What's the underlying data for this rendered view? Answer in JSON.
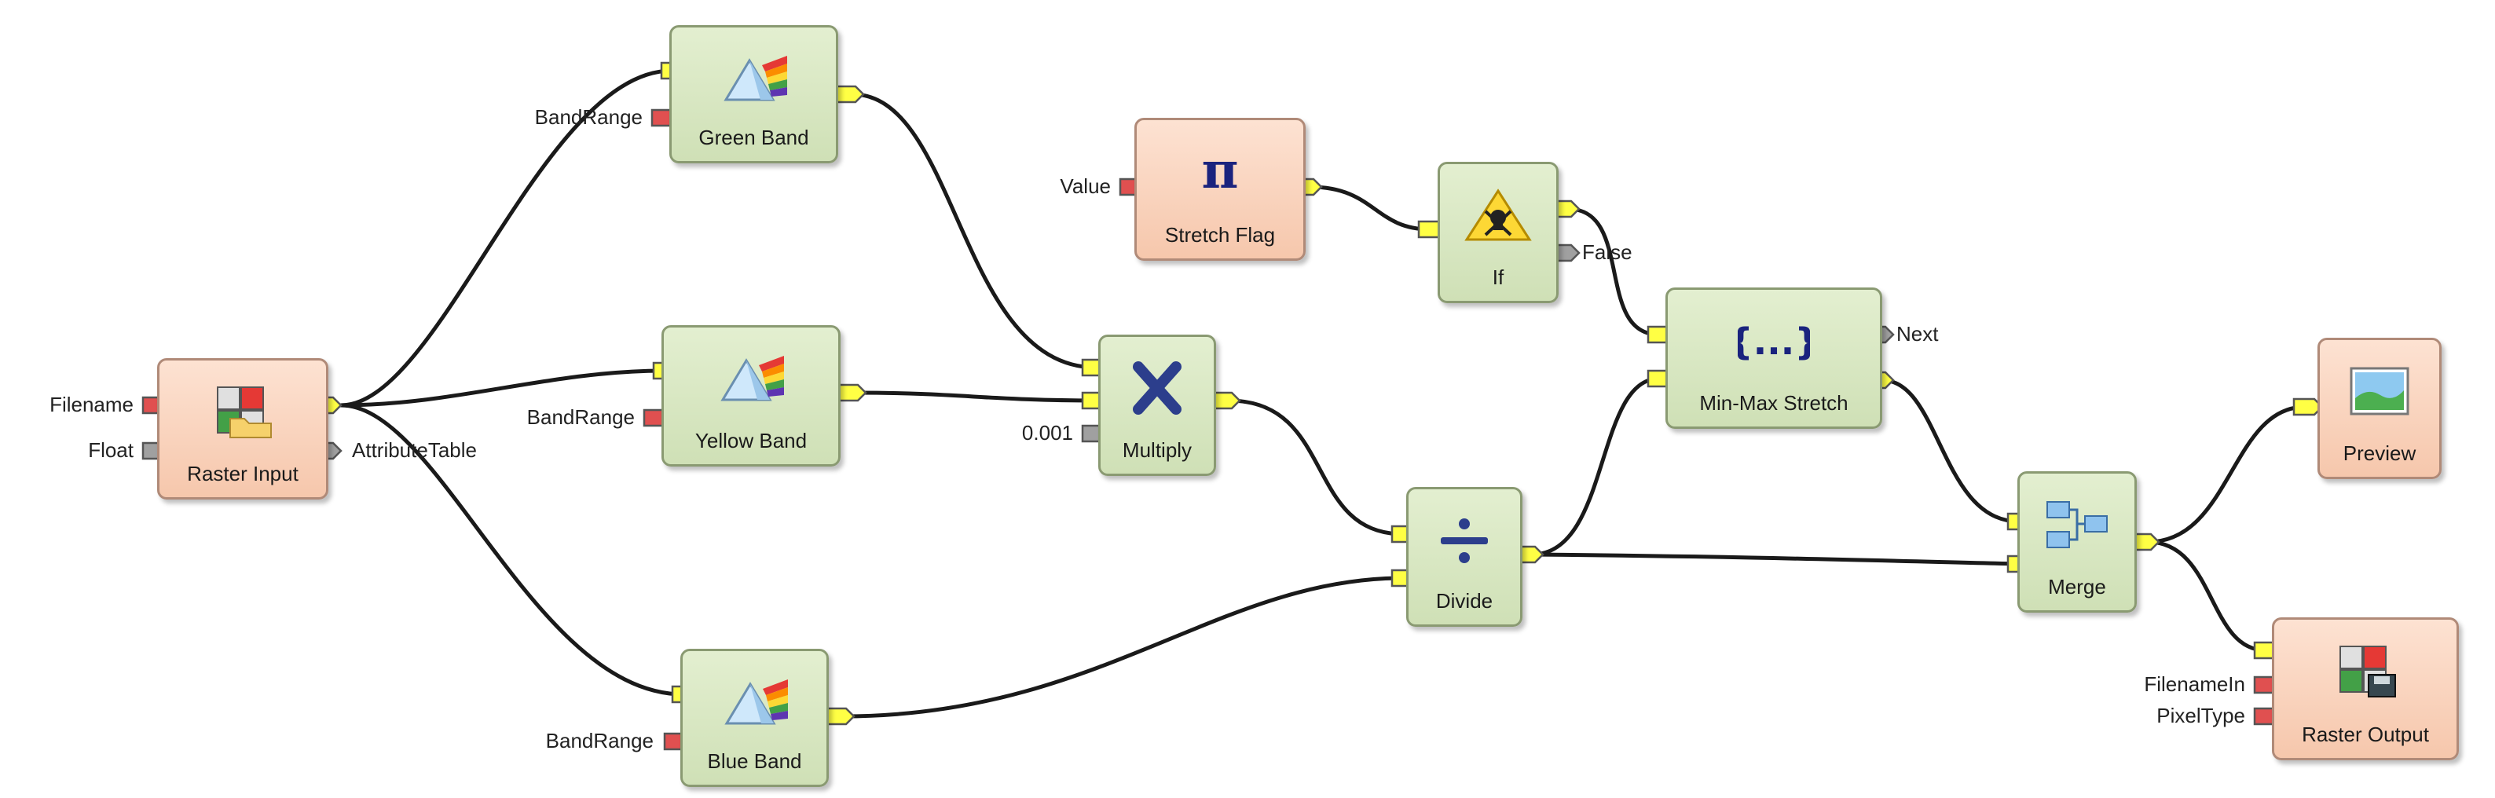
{
  "nodes": {
    "green_band": "Green Band",
    "yellow_band": "Yellow Band",
    "blue_band": "Blue Band",
    "raster_input": "Raster Input",
    "stretch_flag": "Stretch Flag",
    "if_node": "If",
    "multiply": "Multiply",
    "divide": "Divide",
    "min_max_stretch": "Min-Max Stretch",
    "merge": "Merge",
    "preview": "Preview",
    "raster_output": "Raster Output"
  },
  "ports": {
    "filename": "Filename",
    "float": "Float",
    "attribute_table": "AttributeTable",
    "band_range_green": "BandRange",
    "band_range_yellow": "BandRange",
    "band_range_blue": "BandRange",
    "value": "Value",
    "multiply_constant": "0.001",
    "if_false": "False",
    "next": "Next",
    "filename_in": "FilenameIn",
    "pixel_type": "PixelType"
  },
  "icons": {
    "band": "prism-icon",
    "raster_input": "raster-folder-icon",
    "stretch_flag": "pi-icon",
    "if_node": "warning-skull-icon",
    "multiply": "multiply-icon",
    "divide": "divide-icon",
    "min_max_stretch": "braces-icon",
    "merge": "merge-icon",
    "preview": "landscape-icon",
    "raster_output": "raster-disk-icon"
  },
  "colors": {
    "process_node": "#d6e6c0",
    "data_node": "#f9d0b8",
    "input_port": "#ffff44",
    "red_port": "#e05050",
    "gray_port": "#9a9a9a",
    "wire": "#1a1a1a"
  }
}
